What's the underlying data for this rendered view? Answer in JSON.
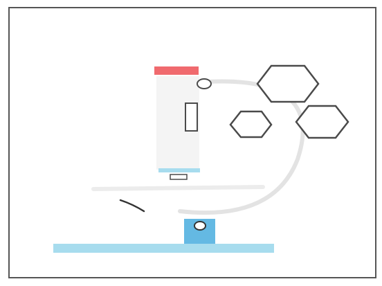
{
  "diagram": {
    "subject": "microscope",
    "colors": {
      "frame": "#555555",
      "eyepiece_cap": "#f06a6e",
      "stage_and_base": "#a7dcee",
      "base_block": "#64b9e3",
      "outline": "#4a4a4a",
      "arm": "#e5e5e5",
      "tube": "#f2f2f2"
    },
    "parts": [
      "eyepiece-cap",
      "body-tube",
      "objective-slot",
      "focus-knob",
      "stage",
      "stage-clip",
      "arm",
      "pivot-knob",
      "base-block",
      "base-plate",
      "hexagon-large",
      "hexagon-medium",
      "hexagon-small"
    ]
  }
}
